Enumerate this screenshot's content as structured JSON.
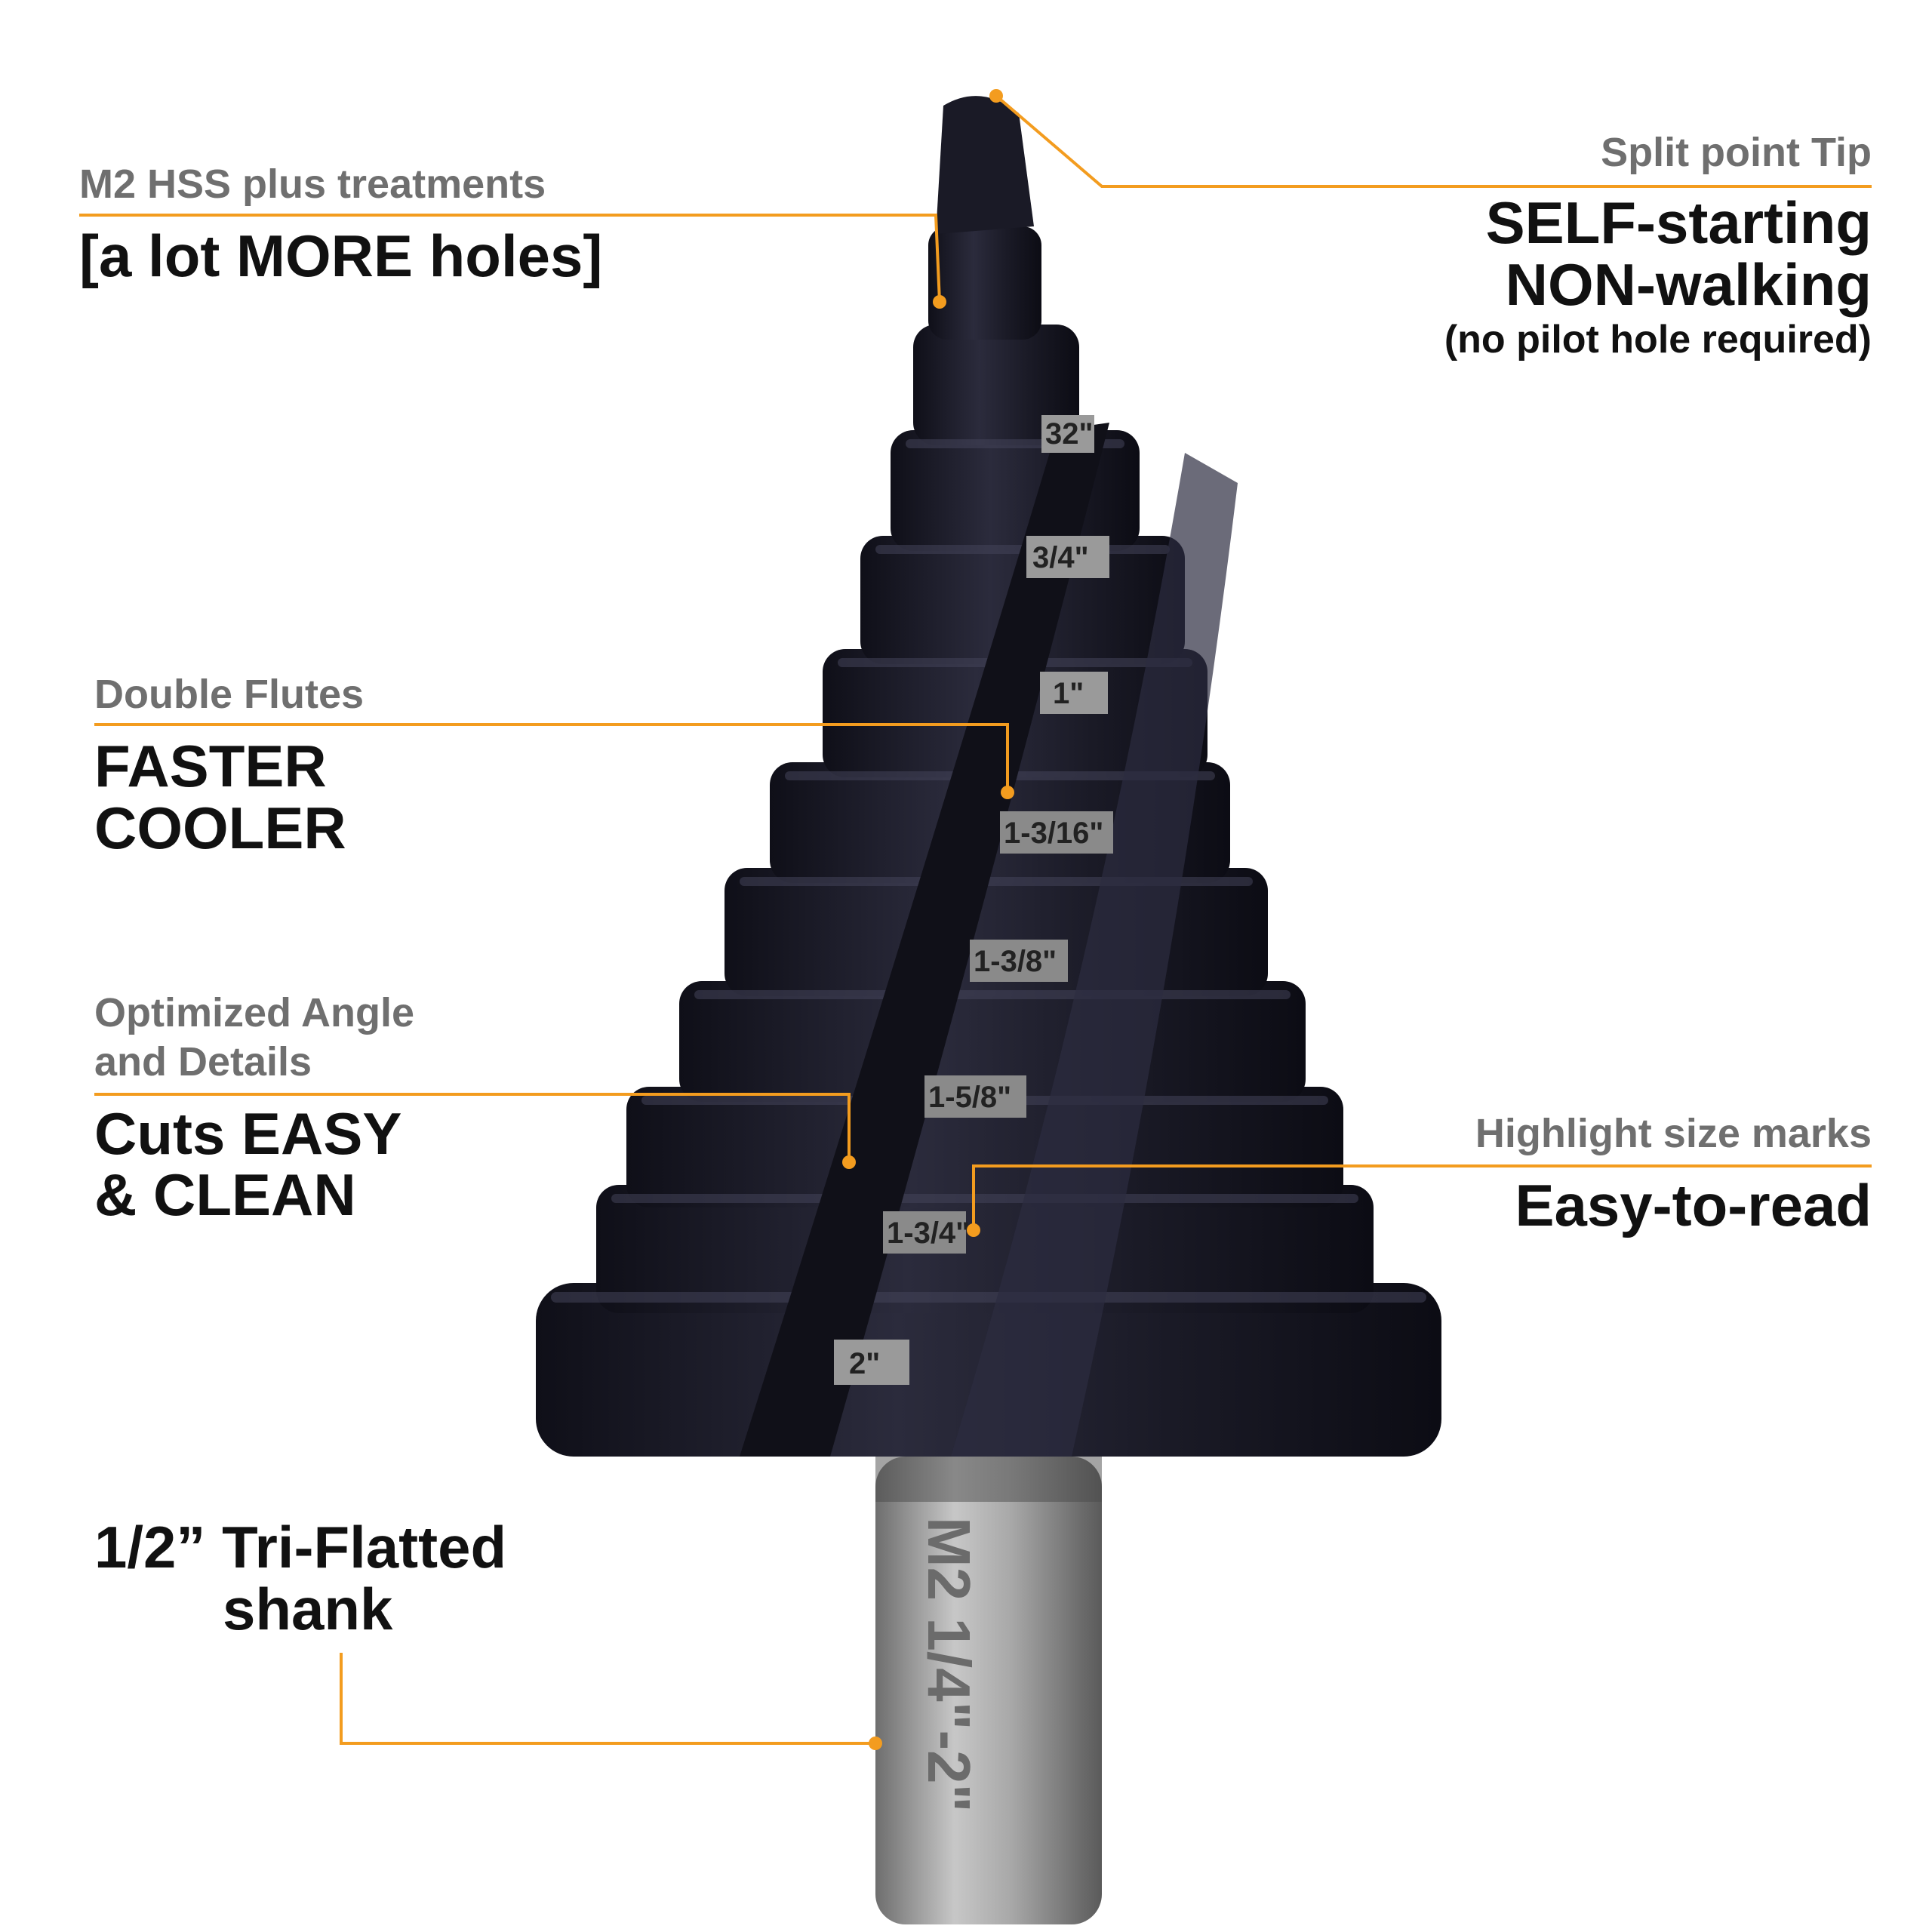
{
  "colors": {
    "accent": "#F39C1F",
    "bit": "#1c1c2a",
    "shank": "#9a9a9a"
  },
  "callouts": {
    "m2": {
      "sub": "M2 HSS plus treatments",
      "main": "[a lot MORE holes]"
    },
    "tip": {
      "sub": "Split point Tip",
      "line1": "SELF-starting",
      "line2": "NON-walking",
      "note": "(no pilot hole required)"
    },
    "flutes": {
      "sub": "Double Flutes",
      "line1": "FASTER",
      "line2": "COOLER"
    },
    "angle": {
      "sub1": "Optimized Angle",
      "sub2": "and Details",
      "line1": "Cuts EASY",
      "line2": "& CLEAN"
    },
    "marks": {
      "sub": "Highlight size marks",
      "main": "Easy-to-read"
    },
    "shank": {
      "line1": "1/2” Tri-Flatted",
      "line2": "shank"
    }
  },
  "bit_marks": [
    "32\"",
    "3/4\"",
    "1\"",
    "1-3/16\"",
    "1-3/8\"",
    "1-5/8\"",
    "1-3/4\"",
    "2\""
  ],
  "shank_engraving": "M2 1/4\"-2\""
}
